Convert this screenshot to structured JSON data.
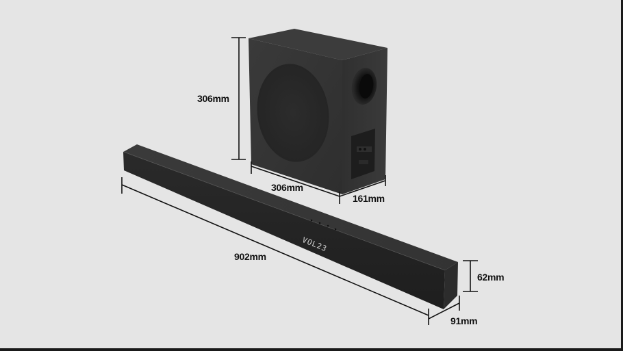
{
  "subwoofer": {
    "height_label": "306mm",
    "width_label": "306mm",
    "depth_label": "161mm"
  },
  "soundbar": {
    "width_label": "902mm",
    "height_label": "62mm",
    "depth_label": "91mm",
    "display_text": "VOL23"
  },
  "colors": {
    "background": "#e5e5e5",
    "product_dark": "#2b2b2b",
    "product_mid": "#3a3a3a",
    "dimension_line": "#111111",
    "frame_border": "#1a1a1a"
  }
}
